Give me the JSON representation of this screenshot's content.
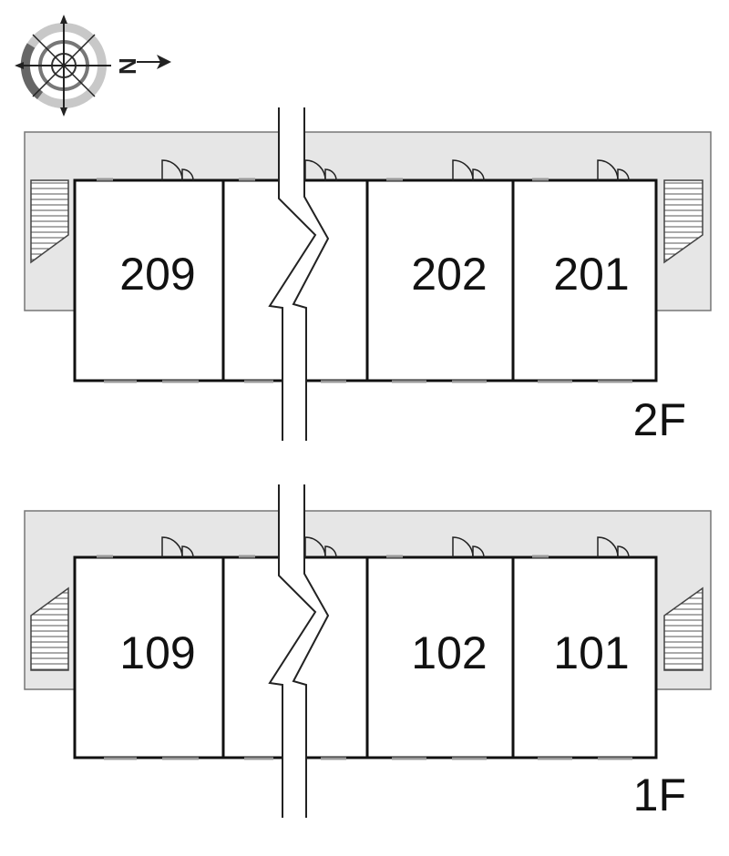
{
  "compass": {
    "north_label": "N",
    "icon": "compass-icon"
  },
  "floors": [
    {
      "label": "2F",
      "rooms": [
        "209",
        "202",
        "201"
      ]
    },
    {
      "label": "1F",
      "rooms": [
        "109",
        "102",
        "101"
      ]
    }
  ],
  "colors": {
    "corridor": "#e6e6e6",
    "wall": "#111111",
    "background": "#ffffff"
  }
}
